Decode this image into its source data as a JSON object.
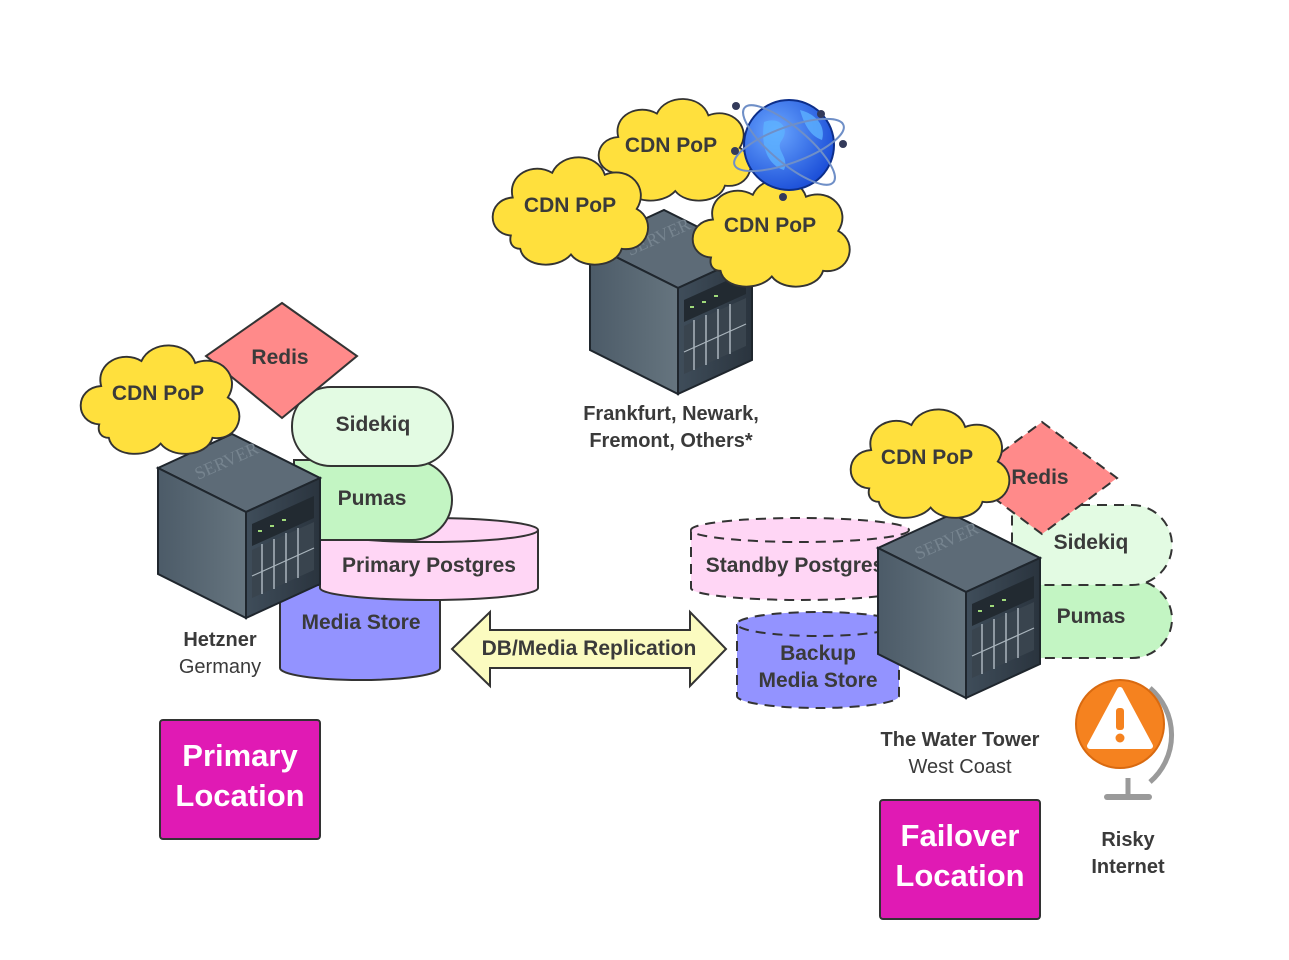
{
  "cdn": {
    "label": "CDN PoP"
  },
  "pops": {
    "line1": "Frankfurt, Newark,",
    "line2": "Fremont, Others*"
  },
  "primary": {
    "redis": "Redis",
    "sidekiq": "Sidekiq",
    "pumas": "Pumas",
    "postgres": "Primary Postgres",
    "media": "Media Store",
    "site_name": "Hetzner",
    "site_region": "Germany",
    "badge_line1": "Primary",
    "badge_line2": "Location"
  },
  "replication": {
    "label": "DB/Media Replication"
  },
  "failover": {
    "redis": "Redis",
    "sidekiq": "Sidekiq",
    "pumas": "Pumas",
    "postgres": "Standby Postgres",
    "media_line1": "Backup",
    "media_line2": "Media Store",
    "site_name": "The Water Tower",
    "site_region": "West Coast",
    "badge_line1": "Failover",
    "badge_line2": "Location"
  },
  "risk": {
    "line1": "Risky",
    "line2": "Internet"
  },
  "colors": {
    "cloud": "#ffe03d",
    "redis": "#ff8a8a",
    "sidekiq": "#e3fbe3",
    "pumas": "#c3f5c3",
    "postgres": "#ffd6f5",
    "media": "#9393ff",
    "arrow": "#fbfbc0",
    "badge": "#e01ab4",
    "warning": "#f5821f"
  }
}
